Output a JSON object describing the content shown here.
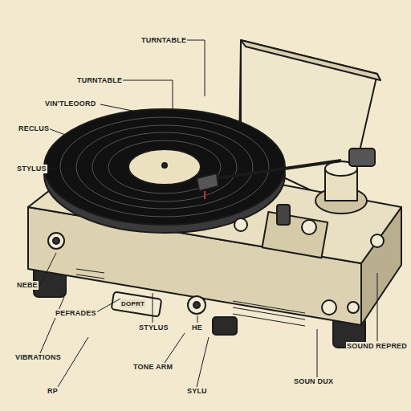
{
  "diagram": {
    "labels": [
      "TURNTABLE",
      "TURNTABLE",
      "VIN'TLEOORD",
      "RECLUS",
      "STYLUS",
      "NEBE",
      "PEFRADES",
      "VIBRATIONS",
      "RP",
      "STYLUS",
      "HE",
      "TONE ARM",
      "SYLU",
      "SOUND REPRED",
      "SOUN DUX",
      "DOPRT"
    ]
  }
}
